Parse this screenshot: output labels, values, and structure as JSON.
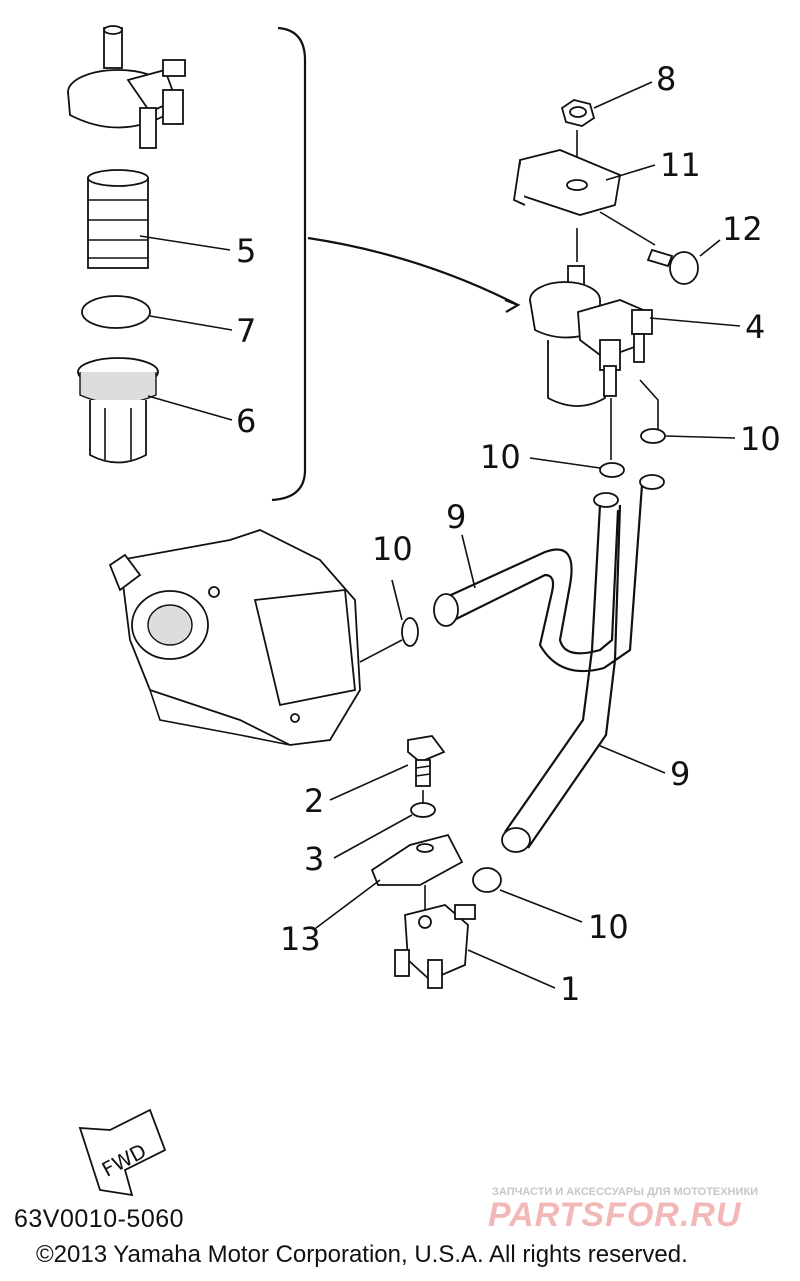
{
  "callouts": [
    {
      "id": "8",
      "text": "8"
    },
    {
      "id": "11",
      "text": "11"
    },
    {
      "id": "12",
      "text": "12"
    },
    {
      "id": "5",
      "text": "5"
    },
    {
      "id": "7",
      "text": "7"
    },
    {
      "id": "4",
      "text": "4"
    },
    {
      "id": "6",
      "text": "6"
    },
    {
      "id": "10a",
      "text": "10"
    },
    {
      "id": "10b",
      "text": "10"
    },
    {
      "id": "9a",
      "text": "9"
    },
    {
      "id": "10c",
      "text": "10"
    },
    {
      "id": "9b",
      "text": "9"
    },
    {
      "id": "2",
      "text": "2"
    },
    {
      "id": "3",
      "text": "3"
    },
    {
      "id": "10d",
      "text": "10"
    },
    {
      "id": "13",
      "text": "13"
    },
    {
      "id": "1",
      "text": "1"
    }
  ],
  "fwd_label": "FWD",
  "diagram_code": "63V0010-5060",
  "copyright": "©2013 Yamaha Motor Corporation, U.S.A. All rights reserved.",
  "watermark": {
    "tagline": "ЗАПЧАСТИ И АКСЕССУАРЫ ДЛЯ МОТОТЕХНИКИ",
    "logo": "PARTSFOR.RU"
  }
}
